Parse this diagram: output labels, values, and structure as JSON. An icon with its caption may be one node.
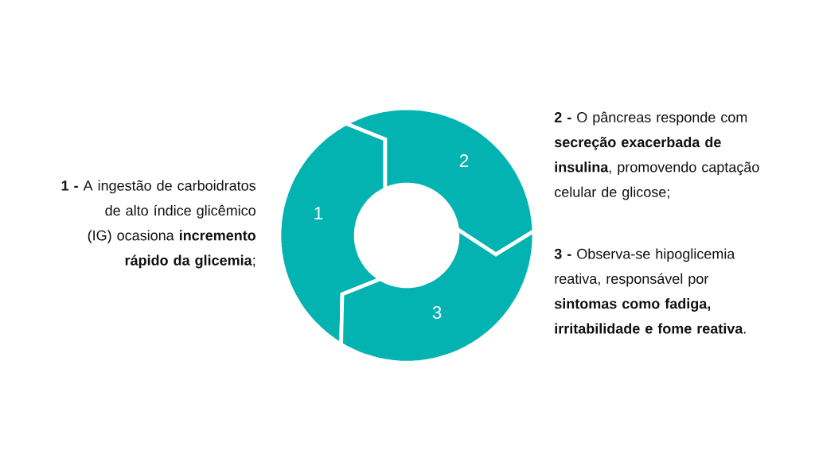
{
  "diagram": {
    "nodes": [
      {
        "text": [
          "1"
        ],
        "beside": [
          "**1 -**  A ingestão de carboidratos de alto índice glicêmico (IG) ocasiona **incremento rápido da glicemia**;"
        ]
      },
      {
        "text": [
          "2"
        ],
        "beside": [
          "**2 -** O pâncreas responde com **secreção exacerbada de insulina**, promovendo captação celular de glicose;"
        ]
      },
      {
        "text": [
          "3"
        ],
        "beside": [
          "**3 -** Observa-se hipoglicemia reativa, responsável por **sintomas como fadiga, irritabilidade e fome reativa**."
        ]
      }
    ]
  }
}
